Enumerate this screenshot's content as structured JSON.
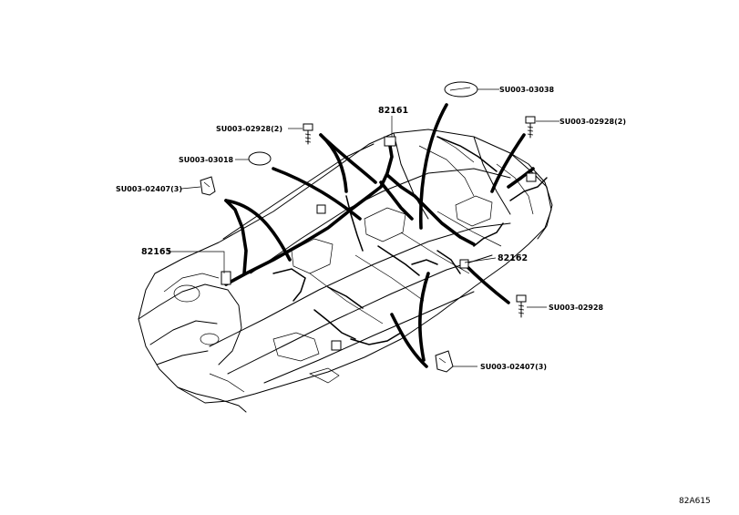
{
  "callouts": {
    "grommet_top": "SU003-03038",
    "bolt_top_left": "SU003-02928(2)",
    "bolt_top_right": "SU003-02928(2)",
    "grommet_left": "SU003-03018",
    "clamp_left": "SU003-02407(3)",
    "bolt_right": "SU003-02928",
    "clamp_right": "SU003-02407(3)"
  },
  "part_numbers": {
    "floor_harness_center": "82161",
    "floor_harness_left": "82165",
    "floor_harness_right": "82162"
  },
  "illustration_code": "82A615"
}
